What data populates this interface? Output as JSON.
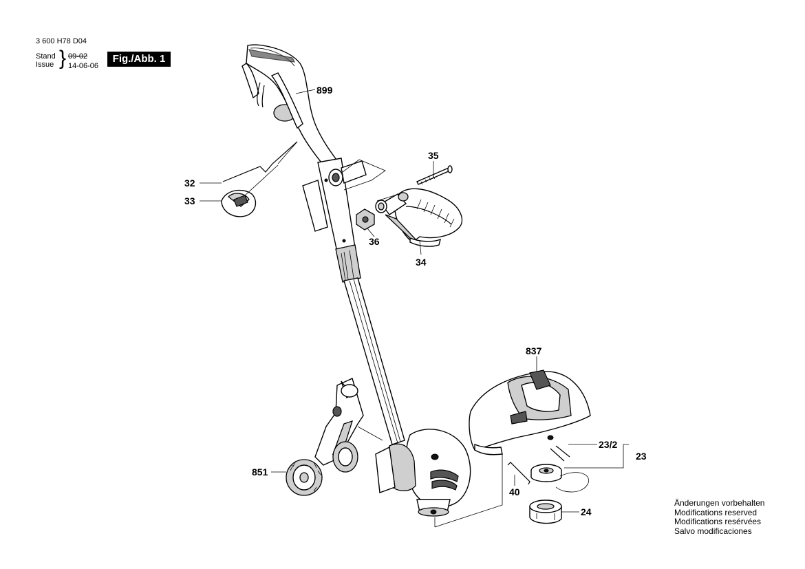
{
  "header": {
    "doc_number": "3 600 H78 D04",
    "stand_label": "Stand",
    "issue_label": "Issue",
    "old_date": "09-02",
    "new_date": "14-06-06",
    "figure_label": "Fig./Abb. 1"
  },
  "callouts": {
    "c899": "899",
    "c35": "35",
    "c32": "32",
    "c33": "33",
    "c36": "36",
    "c34": "34",
    "c837": "837",
    "c23_2": "23/2",
    "c23": "23",
    "c851": "851",
    "c40": "40",
    "c24": "24"
  },
  "notes": [
    "Änderungen vorbehalten",
    "Modifications reserved",
    "Modifications resérvées",
    "Salvo modificaciones"
  ]
}
